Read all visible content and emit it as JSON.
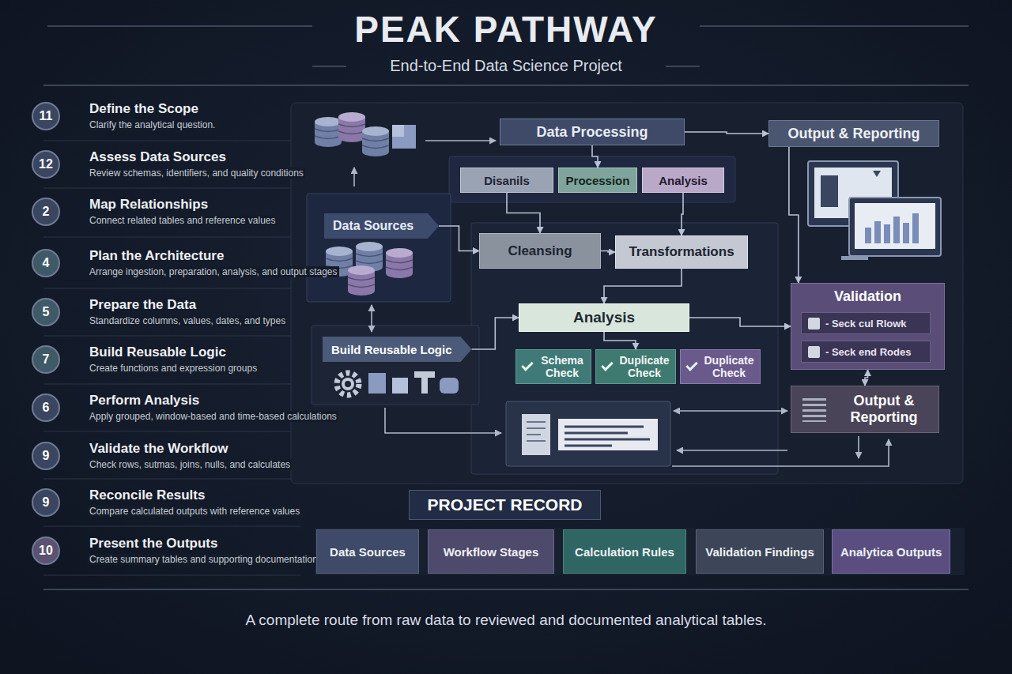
{
  "diagram": {
    "title": "PEAK PATHWAY",
    "caption": "A complete route from raw data to reviewed and documented analytical tables.",
    "nodes": [
      {
        "text": [
          "11"
        ]
      },
      {
        "text": [
          "12"
        ]
      },
      {
        "text": [
          "2"
        ]
      },
      {
        "text": [
          "4"
        ]
      },
      {
        "text": [
          "5"
        ]
      },
      {
        "text": [
          "7"
        ]
      },
      {
        "text": [
          "6"
        ]
      },
      {
        "text": [
          "9"
        ]
      },
      {
        "text": [
          "9"
        ]
      },
      {
        "text": [
          "10"
        ]
      },
      {
        "text": [
          "Data Processing"
        ]
      },
      {
        "text": [
          "Output & Reporting"
        ]
      },
      {
        "text": [
          "Disanils"
        ]
      },
      {
        "text": [
          "Procession"
        ]
      },
      {
        "text": [
          "Analysis"
        ]
      },
      {
        "text": [
          "Data Sources"
        ]
      },
      {
        "text": [
          "Cleansing"
        ]
      },
      {
        "text": [
          "Transformations"
        ]
      },
      {
        "text": [
          "Analysis"
        ]
      },
      {
        "text": [
          "Build Reusable Logic"
        ]
      },
      {
        "text": [
          "Schema Check"
        ]
      },
      {
        "text": [
          "Duplicate Check"
        ]
      },
      {
        "text": [
          "Duplicate Check"
        ]
      },
      {
        "text": [
          "Validation"
        ]
      },
      {
        "text": [
          "- Seck cul Rlowk"
        ],
        "in": 23
      },
      {
        "text": [
          "- Seck end Rodes"
        ],
        "in": 23
      },
      {
        "text": [
          "Output & Reporting"
        ]
      },
      {
        "text": [
          "PROJECT RECORD"
        ]
      },
      {
        "text": [
          "Data Sources"
        ]
      },
      {
        "text": [
          "Workflow Stages"
        ]
      },
      {
        "text": [
          "Calculation Rules"
        ]
      },
      {
        "text": [
          "Validation Findings"
        ]
      },
      {
        "text": [
          "Analytica Outputs"
        ]
      }
    ],
    "edges": [
      {
        "from": 10,
        "to": 11,
        "arrow": "to"
      },
      {
        "from": 10,
        "to": 13,
        "arrow": "to"
      },
      {
        "from": 12,
        "to": 16,
        "arrow": "to"
      },
      {
        "from": 14,
        "to": 17,
        "arrow": "to"
      },
      {
        "from": 15,
        "to": 16,
        "arrow": "to"
      },
      {
        "from": 16,
        "to": 17,
        "arrow": "to"
      },
      {
        "from": 17,
        "to": 18,
        "arrow": "to"
      },
      {
        "from": 19,
        "to": 18,
        "arrow": "to"
      },
      {
        "from": 18,
        "to": 21,
        "arrow": "to"
      },
      {
        "from": 18,
        "to": 23,
        "arrow": "to"
      },
      {
        "from": 11,
        "to": 23,
        "arrow": "to"
      },
      {
        "from": 23,
        "to": 26,
        "arrow": "both"
      }
    ],
    "labels": [
      "End-to-End Data Science Project",
      "Define the Scope",
      "Clarify the analytical question.",
      "Assess Data Sources",
      "Review schemas, identifiers, and quality conditions",
      "Map Relationships",
      "Connect related tables and reference values",
      "Plan the Architecture",
      "Arrange ingestion, preparation, analysis, and output stages",
      "Prepare the Data",
      "Standardize columns, values, dates, and types",
      "Build Reusable Logic",
      "Create functions and expression groups",
      "Perform Analysis",
      "Apply grouped, window-based and time-based calculations",
      "Validate the Workflow",
      "Check rows, sutmas, joins, nulls, and calculates",
      "Reconcile Results",
      "Compare calculated outputs with reference values",
      "Present the Outputs",
      "Create summary tables and supporting documentation."
    ]
  }
}
